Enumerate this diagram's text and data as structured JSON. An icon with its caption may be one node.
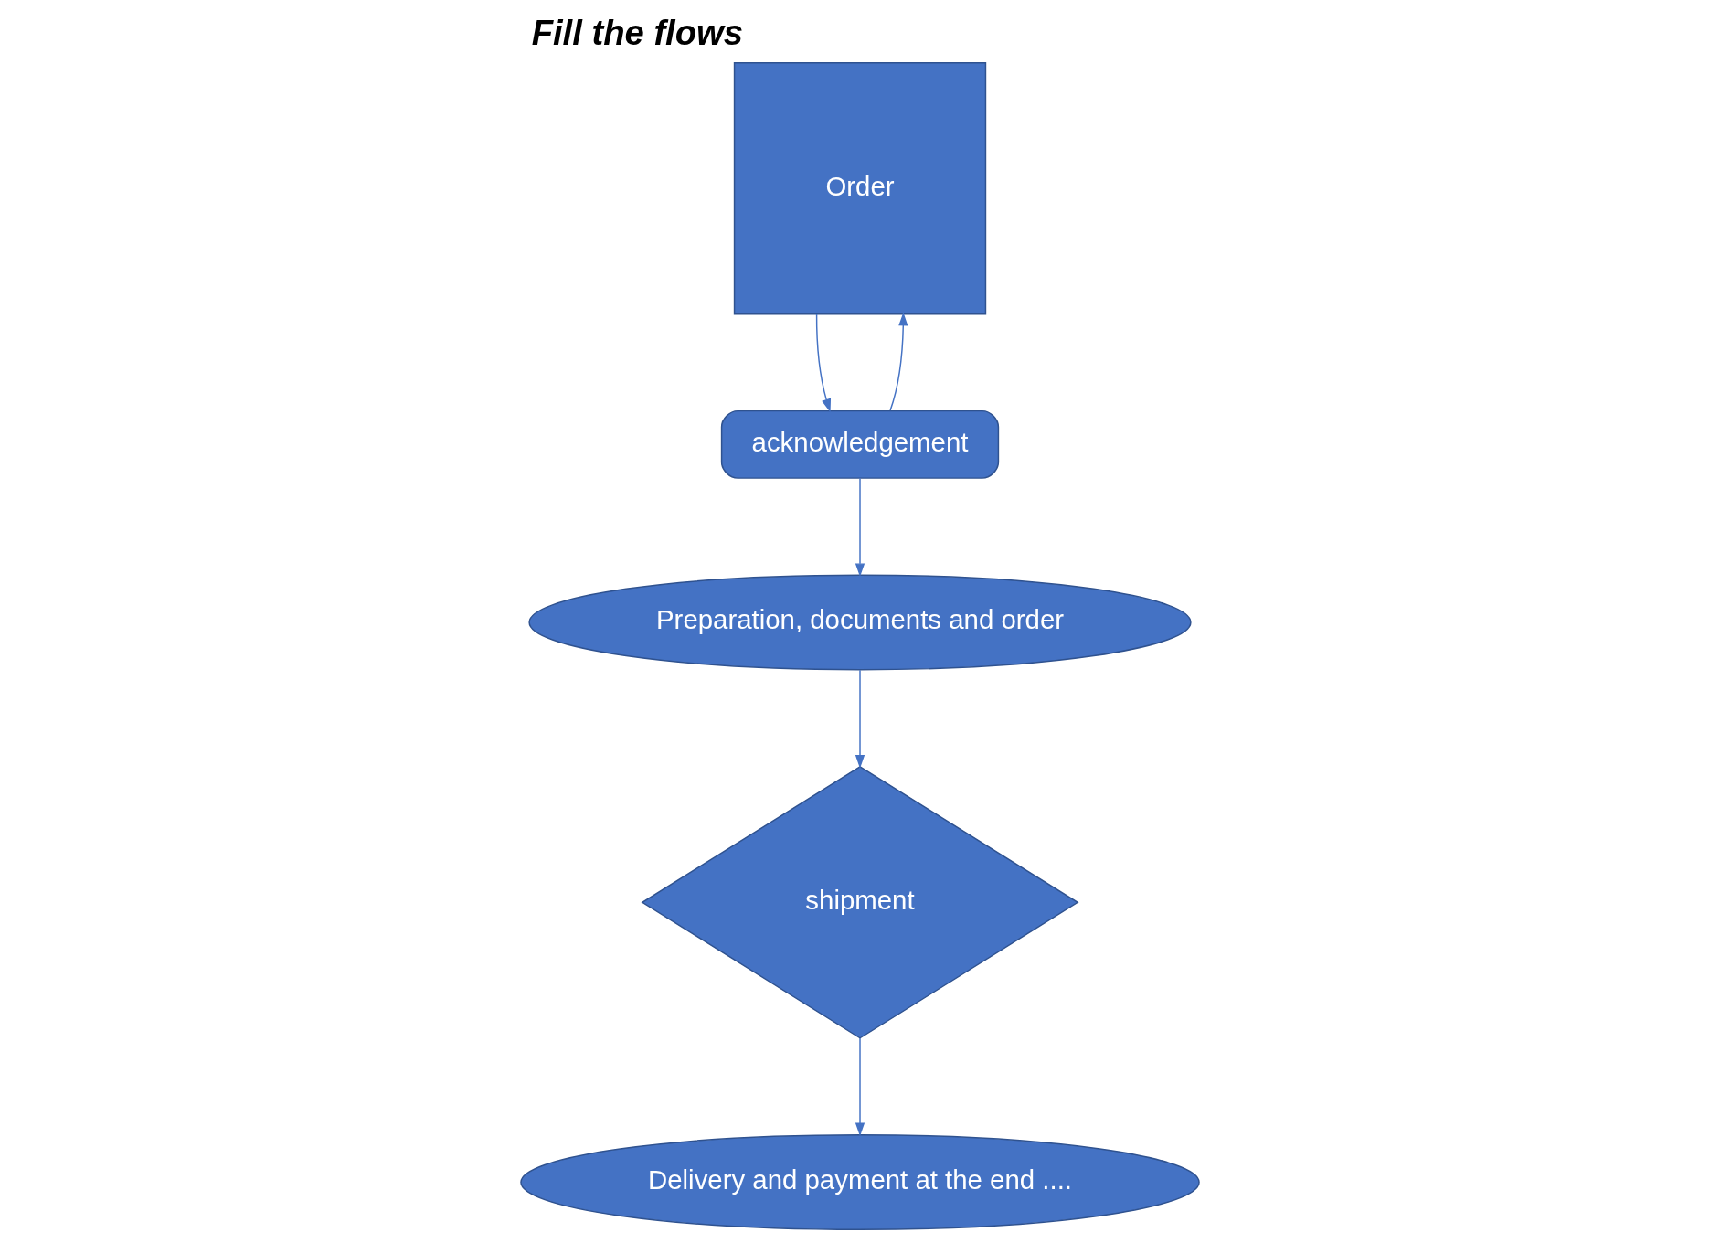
{
  "diagram": {
    "title": "Fill the flows",
    "nodes": [
      {
        "text": [
          "Order"
        ]
      },
      {
        "text": [
          "acknowledgement"
        ]
      },
      {
        "text": [
          "Preparation, documents and order"
        ]
      },
      {
        "text": [
          "shipment"
        ]
      },
      {
        "text": [
          "Delivery and payment at the end ...."
        ]
      }
    ],
    "edges": [
      {
        "from": 0,
        "to": 1,
        "arrow": "to"
      },
      {
        "from": 1,
        "to": 0,
        "arrow": "to"
      },
      {
        "from": 1,
        "to": 2,
        "arrow": "to"
      },
      {
        "from": 2,
        "to": 3,
        "arrow": "to"
      },
      {
        "from": 3,
        "to": 4,
        "arrow": "to"
      }
    ]
  }
}
